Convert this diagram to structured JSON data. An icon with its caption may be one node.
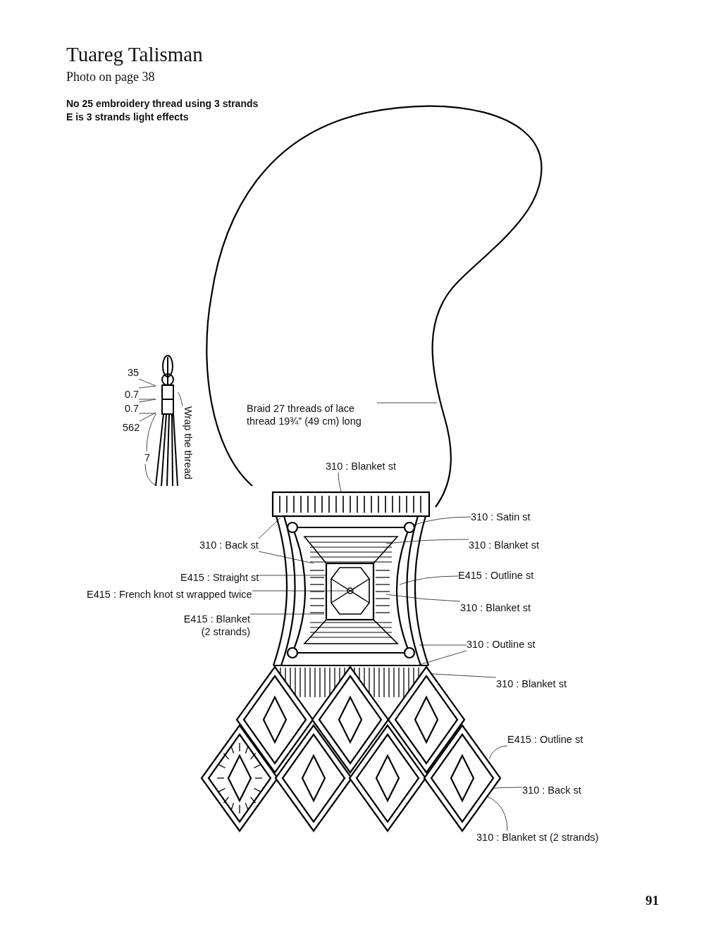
{
  "diagram": {
    "title": "Tuareg Talisman",
    "nodes": [
      {
        "text": [
          "35"
        ]
      },
      {
        "text": [
          "0.7"
        ]
      },
      {
        "text": [
          "0.7"
        ]
      },
      {
        "text": [
          "562"
        ]
      },
      {
        "text": [
          "7"
        ]
      },
      {
        "text": [
          "Wrap the thread"
        ]
      },
      {
        "text": [
          "Braid 27 threads of lace thread 19¾” (49 cm) long"
        ]
      },
      {
        "text": [
          "310 : Blanket st"
        ]
      },
      {
        "text": [
          "310 : Satin st"
        ]
      },
      {
        "text": [
          "310 : Back st"
        ]
      },
      {
        "text": [
          "310 : Blanket st"
        ]
      },
      {
        "text": [
          "E415 : Straight st"
        ]
      },
      {
        "text": [
          "E415 : Outline st"
        ]
      },
      {
        "text": [
          "E415 : French knot st wrapped twice"
        ]
      },
      {
        "text": [
          "310 : Blanket st"
        ]
      },
      {
        "text": [
          "E415 : Blanket (2 strands)"
        ]
      },
      {
        "text": [
          "310 : Outline st"
        ]
      },
      {
        "text": [
          "310 : Blanket st"
        ]
      },
      {
        "text": [
          "E415 : Outline st"
        ]
      },
      {
        "text": [
          "310 : Back st"
        ]
      },
      {
        "text": [
          "310 : Blanket st (2 strands)"
        ]
      },
      {
        "text": [],
        "shape": "picture"
      }
    ],
    "edges": [
      {
        "from": 0,
        "to": 21,
        "arrow": "none"
      },
      {
        "from": 1,
        "to": 21,
        "arrow": "none"
      },
      {
        "from": 1,
        "to": 21,
        "arrow": "none"
      },
      {
        "from": 2,
        "to": 21,
        "arrow": "none"
      },
      {
        "from": 2,
        "to": 21,
        "arrow": "none"
      },
      {
        "from": 3,
        "to": 21,
        "arrow": "none"
      },
      {
        "from": 4,
        "to": 21,
        "arrow": "none"
      },
      {
        "from": 4,
        "to": 21,
        "arrow": "none"
      },
      {
        "from": 5,
        "to": 21,
        "arrow": "none"
      },
      {
        "from": 6,
        "to": null,
        "arrow": "none"
      },
      {
        "from": 7,
        "to": null,
        "arrow": "none"
      },
      {
        "from": 8,
        "to": null,
        "arrow": "none"
      },
      {
        "from": 9,
        "to": null,
        "arrow": "none"
      },
      {
        "from": 9,
        "to": null,
        "arrow": "none"
      },
      {
        "from": 10,
        "to": null,
        "arrow": "none"
      },
      {
        "from": 11,
        "to": null,
        "arrow": "none"
      },
      {
        "from": 12,
        "to": null,
        "arrow": "none"
      },
      {
        "from": 13,
        "to": null,
        "arrow": "none"
      },
      {
        "from": 14,
        "to": null,
        "arrow": "none"
      },
      {
        "from": 15,
        "to": null,
        "arrow": "none"
      },
      {
        "from": 16,
        "to": null,
        "arrow": "none"
      },
      {
        "from": 16,
        "to": null,
        "arrow": "none"
      },
      {
        "from": 17,
        "to": null,
        "arrow": "none"
      },
      {
        "from": 18,
        "to": null,
        "arrow": "none"
      },
      {
        "from": 19,
        "to": null,
        "arrow": "none"
      },
      {
        "from": 20,
        "to": null,
        "arrow": "none"
      }
    ],
    "labels": [
      "Photo on page 38",
      "No 25 embroidery thread using 3 strands",
      "E is 3 strands light effects",
      "91"
    ]
  }
}
